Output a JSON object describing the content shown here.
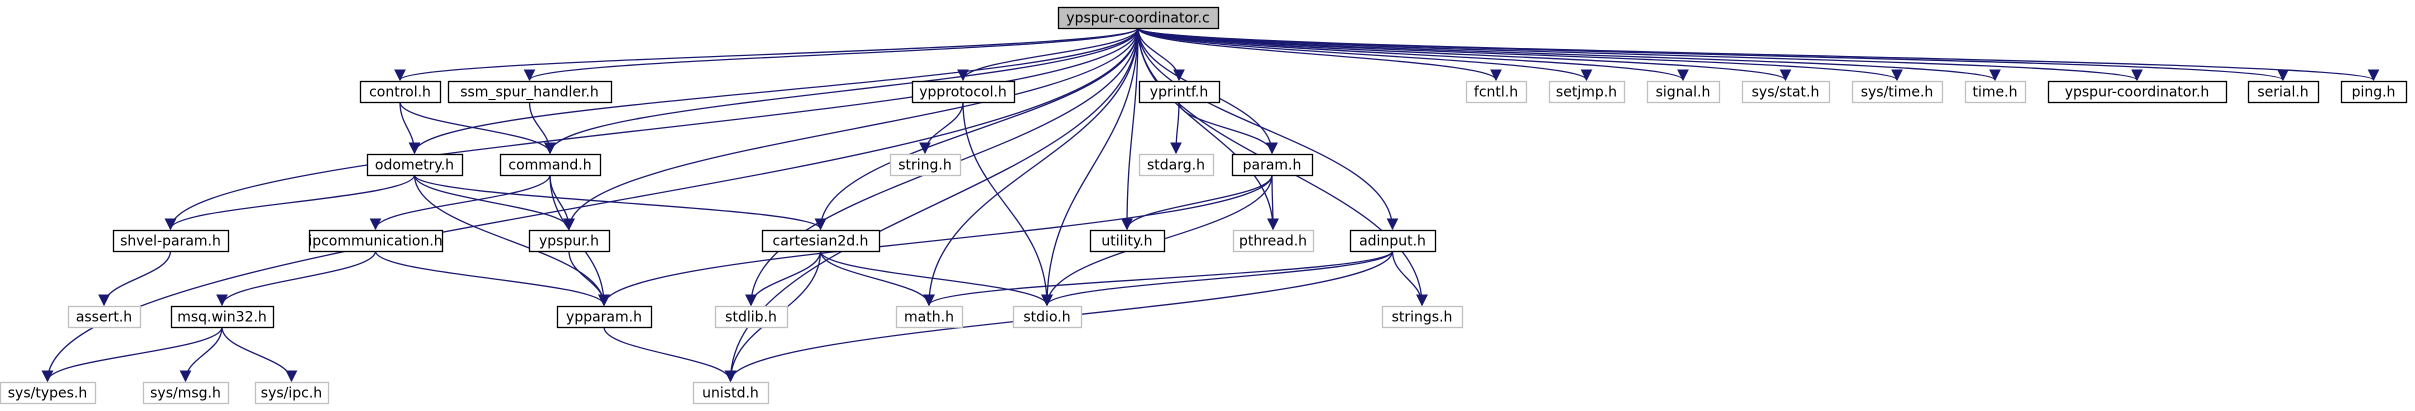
{
  "diagram": {
    "colors": {
      "edge": "#191970",
      "root_fill": "#bfbfbf",
      "node_border": "#000000",
      "system_border": "#bfbfbf",
      "node_fill": "#ffffff",
      "text": "#000000"
    },
    "nodes": [
      {
        "id": "root",
        "label": "ypspur-coordinator.c",
        "kind": "root"
      },
      {
        "id": "control",
        "label": "control.h",
        "kind": "local"
      },
      {
        "id": "ssm",
        "label": "ssm_spur_handler.h",
        "kind": "local"
      },
      {
        "id": "ypprotocol",
        "label": "ypprotocol.h",
        "kind": "local"
      },
      {
        "id": "yprintf",
        "label": "yprintf.h",
        "kind": "local"
      },
      {
        "id": "fcntl",
        "label": "fcntl.h",
        "kind": "system"
      },
      {
        "id": "setjmp",
        "label": "setjmp.h",
        "kind": "system"
      },
      {
        "id": "signal",
        "label": "signal.h",
        "kind": "system"
      },
      {
        "id": "sysstat",
        "label": "sys/stat.h",
        "kind": "system"
      },
      {
        "id": "systime",
        "label": "sys/time.h",
        "kind": "system"
      },
      {
        "id": "time",
        "label": "time.h",
        "kind": "system"
      },
      {
        "id": "ypcoordh",
        "label": "ypspur-coordinator.h",
        "kind": "local"
      },
      {
        "id": "serial",
        "label": "serial.h",
        "kind": "local"
      },
      {
        "id": "ping",
        "label": "ping.h",
        "kind": "local"
      },
      {
        "id": "odometry",
        "label": "odometry.h",
        "kind": "local"
      },
      {
        "id": "command",
        "label": "command.h",
        "kind": "local"
      },
      {
        "id": "string",
        "label": "string.h",
        "kind": "system"
      },
      {
        "id": "stdarg",
        "label": "stdarg.h",
        "kind": "system"
      },
      {
        "id": "param",
        "label": "param.h",
        "kind": "local"
      },
      {
        "id": "shvel",
        "label": "shvel-param.h",
        "kind": "local"
      },
      {
        "id": "ipcomm",
        "label": "ipcommunication.h",
        "kind": "local"
      },
      {
        "id": "ypspur",
        "label": "ypspur.h",
        "kind": "local"
      },
      {
        "id": "cart",
        "label": "cartesian2d.h",
        "kind": "local"
      },
      {
        "id": "utility",
        "label": "utility.h",
        "kind": "local"
      },
      {
        "id": "pthread",
        "label": "pthread.h",
        "kind": "system"
      },
      {
        "id": "adinput",
        "label": "adinput.h",
        "kind": "local"
      },
      {
        "id": "assert",
        "label": "assert.h",
        "kind": "system"
      },
      {
        "id": "msq",
        "label": "msq.win32.h",
        "kind": "local"
      },
      {
        "id": "ypparam",
        "label": "ypparam.h",
        "kind": "local"
      },
      {
        "id": "stdlib",
        "label": "stdlib.h",
        "kind": "system"
      },
      {
        "id": "math",
        "label": "math.h",
        "kind": "system"
      },
      {
        "id": "stdio",
        "label": "stdio.h",
        "kind": "system"
      },
      {
        "id": "strings",
        "label": "strings.h",
        "kind": "system"
      },
      {
        "id": "systypes",
        "label": "sys/types.h",
        "kind": "system"
      },
      {
        "id": "sysmsg",
        "label": "sys/msg.h",
        "kind": "system"
      },
      {
        "id": "sysipc",
        "label": "sys/ipc.h",
        "kind": "system"
      },
      {
        "id": "unistd",
        "label": "unistd.h",
        "kind": "system"
      }
    ],
    "edges": [
      [
        "root",
        "control"
      ],
      [
        "root",
        "ssm"
      ],
      [
        "root",
        "ypprotocol"
      ],
      [
        "root",
        "yprintf"
      ],
      [
        "root",
        "fcntl"
      ],
      [
        "root",
        "setjmp"
      ],
      [
        "root",
        "signal"
      ],
      [
        "root",
        "sysstat"
      ],
      [
        "root",
        "systime"
      ],
      [
        "root",
        "time"
      ],
      [
        "root",
        "ypcoordh"
      ],
      [
        "root",
        "serial"
      ],
      [
        "root",
        "ping"
      ],
      [
        "root",
        "odometry"
      ],
      [
        "root",
        "command"
      ],
      [
        "root",
        "param"
      ],
      [
        "root",
        "shvel"
      ],
      [
        "root",
        "ypspur"
      ],
      [
        "root",
        "cart"
      ],
      [
        "root",
        "utility"
      ],
      [
        "root",
        "pthread"
      ],
      [
        "root",
        "adinput"
      ],
      [
        "root",
        "stdlib"
      ],
      [
        "root",
        "math"
      ],
      [
        "root",
        "stdio"
      ],
      [
        "root",
        "strings"
      ],
      [
        "root",
        "systypes"
      ],
      [
        "root",
        "unistd"
      ],
      [
        "control",
        "odometry"
      ],
      [
        "control",
        "command"
      ],
      [
        "ssm",
        "command"
      ],
      [
        "ypprotocol",
        "string"
      ],
      [
        "ypprotocol",
        "stdio"
      ],
      [
        "yprintf",
        "stdarg"
      ],
      [
        "yprintf",
        "param"
      ],
      [
        "odometry",
        "shvel"
      ],
      [
        "odometry",
        "ypspur"
      ],
      [
        "odometry",
        "cart"
      ],
      [
        "odometry",
        "ypparam"
      ],
      [
        "command",
        "ipcomm"
      ],
      [
        "command",
        "ypspur"
      ],
      [
        "command",
        "ypparam"
      ],
      [
        "param",
        "ypparam"
      ],
      [
        "param",
        "utility"
      ],
      [
        "param",
        "pthread"
      ],
      [
        "param",
        "stdio"
      ],
      [
        "shvel",
        "assert"
      ],
      [
        "ipcomm",
        "msq"
      ],
      [
        "ipcomm",
        "ypparam"
      ],
      [
        "ypspur",
        "ypparam"
      ],
      [
        "cart",
        "stdlib"
      ],
      [
        "cart",
        "math"
      ],
      [
        "cart",
        "stdio"
      ],
      [
        "cart",
        "unistd"
      ],
      [
        "adinput",
        "math"
      ],
      [
        "adinput",
        "stdio"
      ],
      [
        "adinput",
        "strings"
      ],
      [
        "adinput",
        "unistd"
      ],
      [
        "msq",
        "systypes"
      ],
      [
        "msq",
        "sysmsg"
      ],
      [
        "msq",
        "sysipc"
      ],
      [
        "ypparam",
        "unistd"
      ]
    ]
  }
}
